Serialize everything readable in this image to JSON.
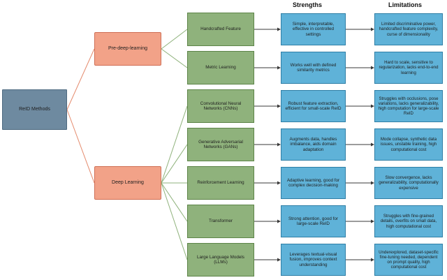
{
  "headers": {
    "strengths": "Strengths",
    "limitations": "Limitations"
  },
  "root": {
    "label": "ReID Methods"
  },
  "categories": [
    {
      "label": "Pre-deep-learning"
    },
    {
      "label": "Deep Learning"
    }
  ],
  "methods": [
    {
      "label": "Handcrafted Feature",
      "strength": "Simple, interpretable, effective in controlled settings",
      "limitation": "Limited discriminative power, handcrafted feature complexity, curse of dimensionality"
    },
    {
      "label": "Metric Learning",
      "strength": "Works well with defined similarity metrics",
      "limitation": "Hard to scale, sensitive to regularization, lacks end-to-end learning"
    },
    {
      "label": "Convolutional Neural Networks (CNNs)",
      "strength": "Robust feature extraction, efficient for small-scale ReID",
      "limitation": "Struggles with occlusions, pose variations, lacks generalizability, high computation for large-scale ReID"
    },
    {
      "label": "Generative Adversarial Networks (GANs)",
      "strength": "Augments data, handles imbalance, aids domain adaptation",
      "limitation": "Mode collapse, synthetic data issues, unstable training, high computational cost"
    },
    {
      "label": "Reinforcement Learning",
      "strength": "Adaptive learning, good for complex decision-making",
      "limitation": "Slow convergence, lacks generalizability, computationally expensive"
    },
    {
      "label": "Transformer",
      "strength": "Strong attention, good for large-scale ReID",
      "limitation": "Struggles with fine-grained details, overfits on small data, high computational cost"
    },
    {
      "label": "Large Language Models (LLMs)",
      "strength": "Leverages textual-visual fusion, improves context understanding",
      "limitation": "Underexplored, dataset-specific fine-tuning needed, dependent on prompt quality, high computational cost"
    }
  ],
  "colors": {
    "root": "#6e8aa0",
    "category": "#f2a288",
    "method": "#8fb27c",
    "info": "#5fb2d8",
    "edge_category": "#e48a6c",
    "edge_method": "#8fb27c",
    "edge_info": "#3a3a3a"
  }
}
